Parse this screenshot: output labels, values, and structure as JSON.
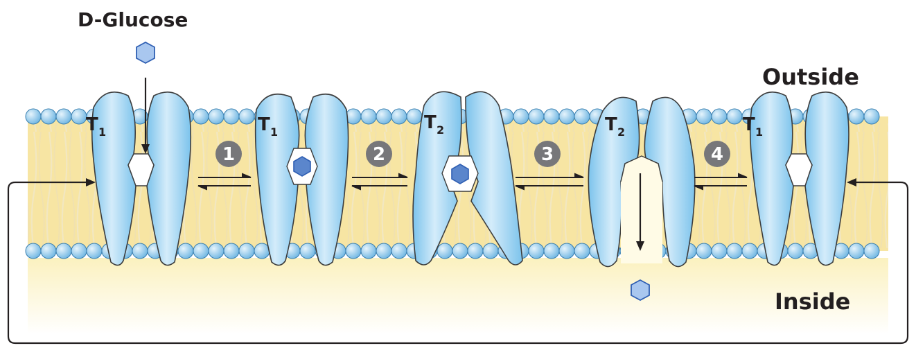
{
  "labels": {
    "title": "D-Glucose",
    "outside": "Outside",
    "inside": "Inside"
  },
  "transporters": [
    {
      "letter": "T",
      "sub": "1",
      "state": "empty, open to outside"
    },
    {
      "letter": "T",
      "sub": "1",
      "state": "glucose bound"
    },
    {
      "letter": "T",
      "sub": "2",
      "state": "glucose bound"
    },
    {
      "letter": "T",
      "sub": "2",
      "state": "empty, open to inside"
    },
    {
      "letter": "T",
      "sub": "1",
      "state": "empty, open to outside"
    }
  ],
  "steps": [
    "1",
    "2",
    "3",
    "4"
  ],
  "colors": {
    "protein": "#a9d8f2",
    "protein_dark": "#5fb3e4",
    "lipid_head": "#8fc9ec",
    "bilayer": "#f7e7a6",
    "cytoplasm": "#fbf5cf",
    "glucose": "#5b86cc",
    "step_badge": "#77777a",
    "arrow": "#231f20"
  }
}
